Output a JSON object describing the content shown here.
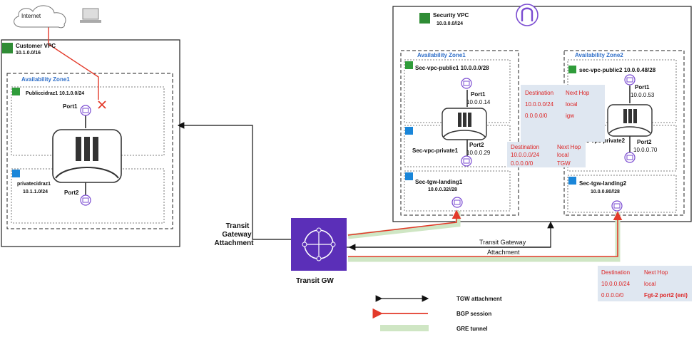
{
  "internet": {
    "label": "Internet"
  },
  "customer_vpc": {
    "title": "Customer VPC",
    "cidr": "10.1.0.0/16",
    "az": "Availability Zone1",
    "public_subnet": "Publiccidrаz1 10.1.0.0/24",
    "private_subnet_name": "privatecidraz1",
    "private_subnet_cidr": "10.1.1.0/24",
    "port1": "Port1",
    "port2": "Port2"
  },
  "security_vpc": {
    "title": "Security VPC",
    "cidr": "10.0.0.0//24",
    "az1": {
      "label": "Availability Zone1",
      "public": "Sec-vpc-public1  10.0.0.0/28",
      "port1": "Port1",
      "port1_ip": "10.0.0.14",
      "private": "Sec-vpc-private1",
      "port2": "Port2",
      "port2_ip": "10.0.0.29",
      "tgw_landing": "Sec-tgw-landing1",
      "tgw_landing_cidr": "10.0.0.32//28"
    },
    "az2": {
      "label": "Availability Zone2",
      "public": "sec-vpc-public2  10.0.0.48/28",
      "port1": "Port1",
      "port1_ip": "10.0.0.53",
      "private": "Sec-vpc-private2",
      "port2": "Port2",
      "port2_ip": "10.0.0.70",
      "tgw_landing": "Sec-tgw-landing2",
      "tgw_landing_cidr": "10.0.0.80//28"
    }
  },
  "route_table_1": {
    "header": [
      "Destination",
      "Next Hop"
    ],
    "rows": [
      [
        "10.0.0.0/24",
        "local"
      ],
      [
        "0.0.0.0/0",
        "igw"
      ]
    ]
  },
  "route_table_2": {
    "header": [
      "Destination",
      "Next Hop"
    ],
    "rows": [
      [
        "10.0.0.0/24",
        "local"
      ],
      [
        "0.0.0.0/0",
        "TGW"
      ]
    ]
  },
  "route_table_3": {
    "header": [
      "Destination",
      "Next Hop"
    ],
    "rows": [
      [
        "10.0.0.0/24",
        "local"
      ],
      [
        "0.0.0.0/0",
        "Fgt-2 port2 (eni)"
      ]
    ]
  },
  "transit": {
    "left_label_1": "Transit",
    "left_label_2": "Gateway",
    "left_label_3": "Attachment",
    "right_label_1": "Transit Gateway",
    "right_label_2": "Attachment",
    "gw_label": "Transit GW"
  },
  "legend": {
    "tgw": "TGW attachment",
    "bgp": "BGP session",
    "gre": "GRE tunnel"
  },
  "colors": {
    "vpc_green": "#2f8c35",
    "subnet_blue": "#1a86d9",
    "tgw_purple": "#5b2fb8",
    "bgp_red": "#e33a2a",
    "gre_green": "#cfe6c4"
  }
}
